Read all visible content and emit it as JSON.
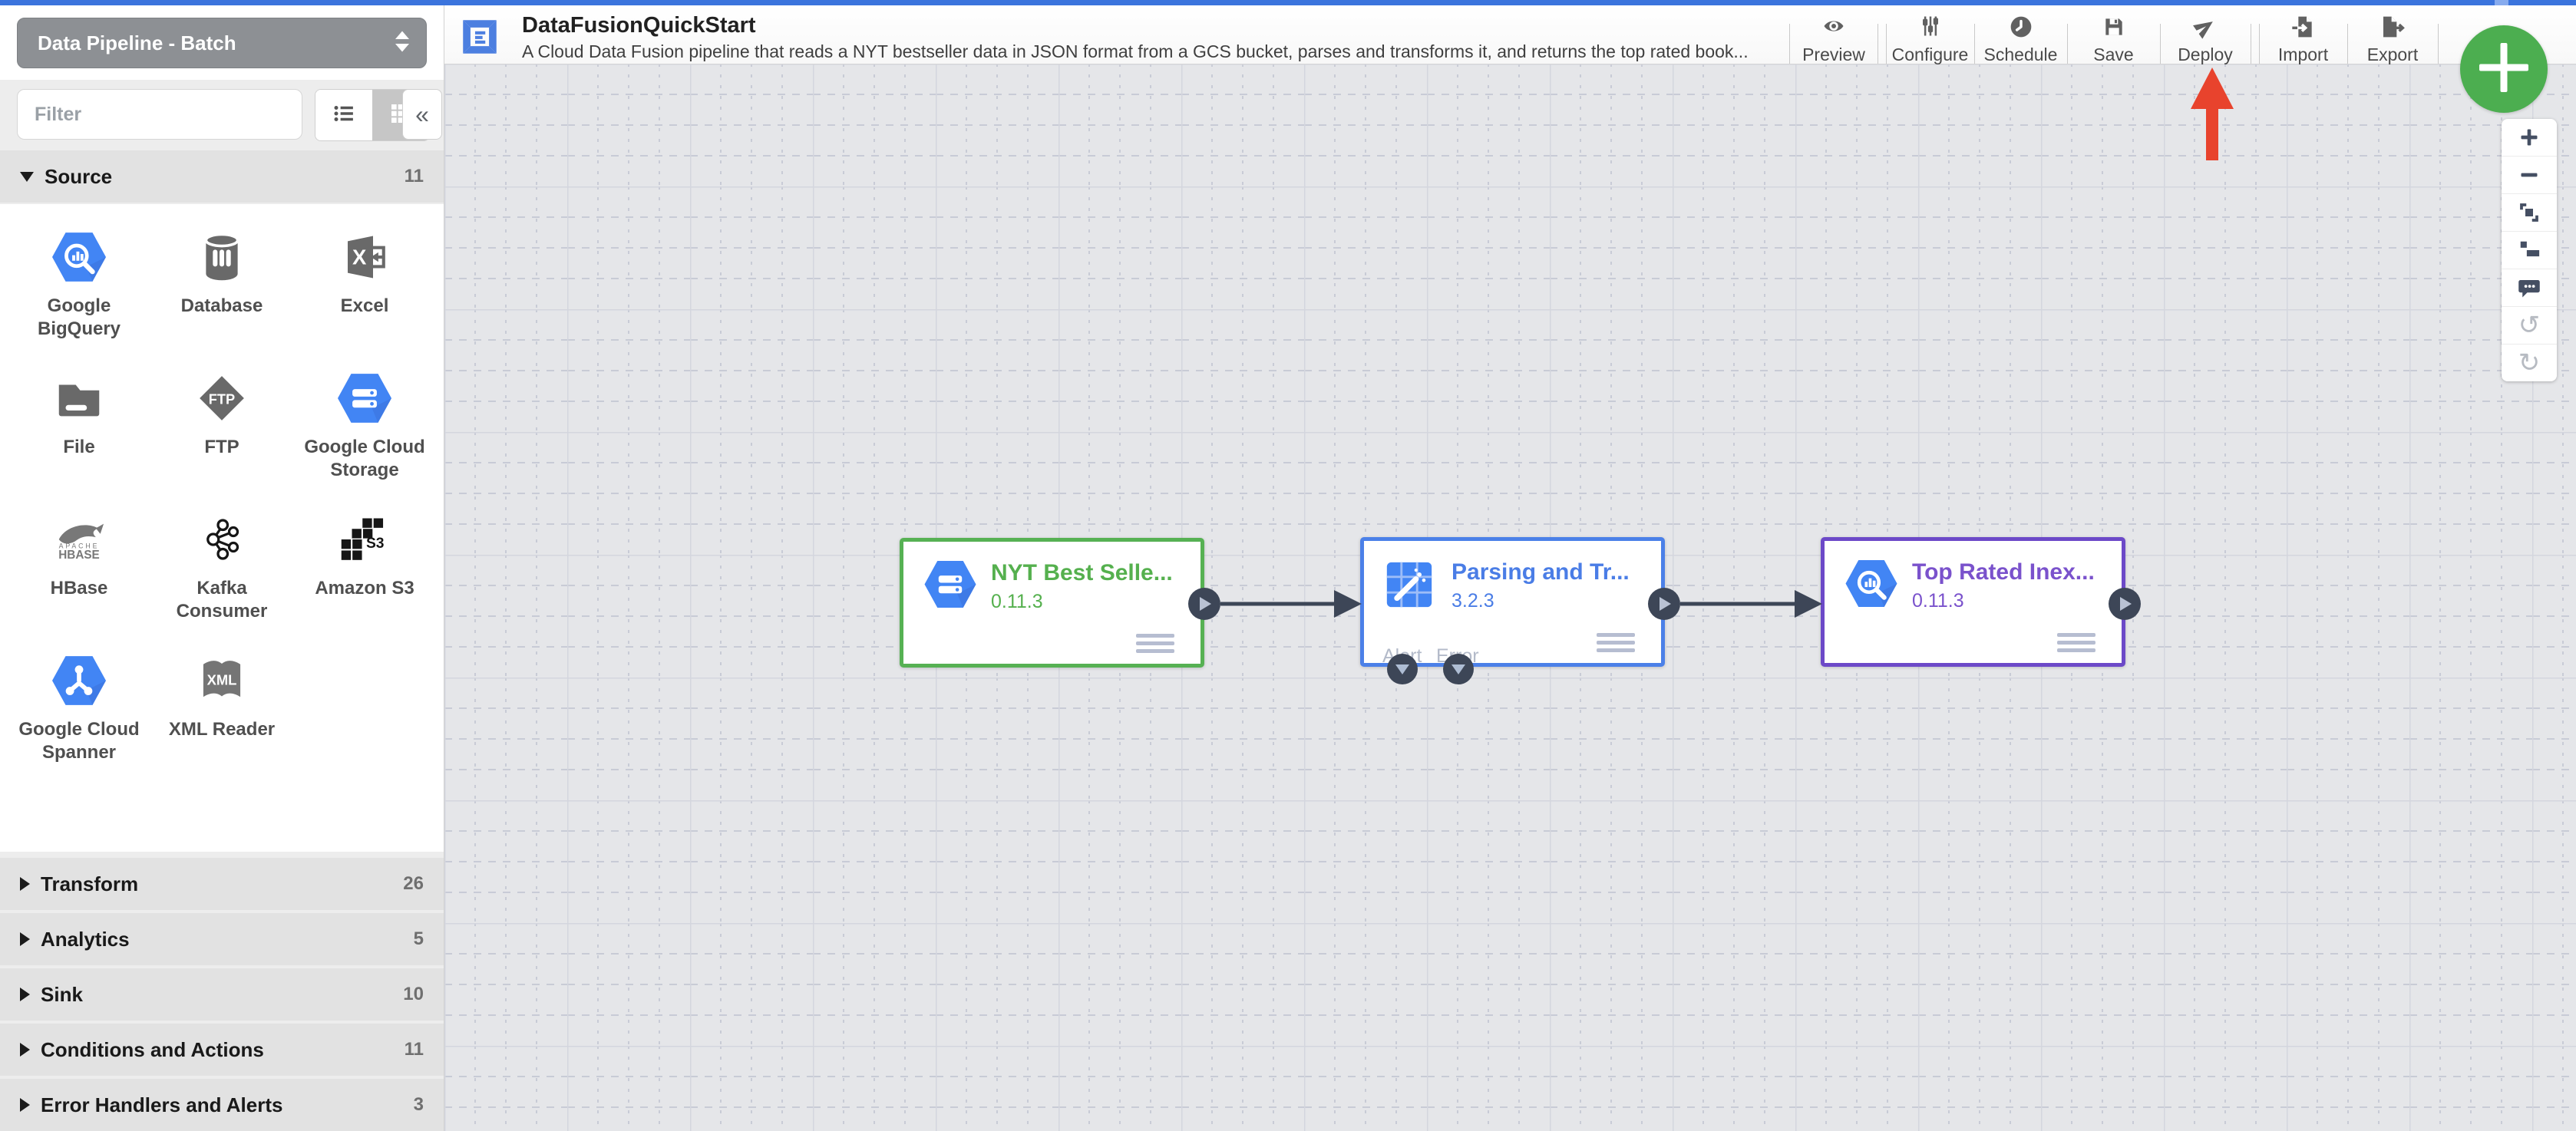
{
  "pipeline_type_selector": {
    "value": "Data Pipeline - Batch"
  },
  "header": {
    "title": "DataFusionQuickStart",
    "description": "A Cloud Data Fusion pipeline that reads a NYT bestseller data in JSON format from a GCS bucket, parses and transforms it, and returns the top rated book..."
  },
  "toolbar": {
    "items": [
      {
        "id": "preview",
        "label": "Preview"
      },
      {
        "id": "configure",
        "label": "Configure"
      },
      {
        "id": "schedule",
        "label": "Schedule"
      },
      {
        "id": "save",
        "label": "Save"
      },
      {
        "id": "deploy",
        "label": "Deploy"
      },
      {
        "id": "import",
        "label": "Import"
      },
      {
        "id": "export",
        "label": "Export"
      }
    ]
  },
  "annotation": {
    "shape": "red-arrow",
    "color": "#e8432d",
    "points_to": "Deploy"
  },
  "sidebar": {
    "filter_placeholder": "Filter",
    "collapse_glyph": "«",
    "sections": [
      {
        "label": "Source",
        "count": "11",
        "expanded": true
      },
      {
        "label": "Transform",
        "count": "26",
        "expanded": false
      },
      {
        "label": "Analytics",
        "count": "5",
        "expanded": false
      },
      {
        "label": "Sink",
        "count": "10",
        "expanded": false
      },
      {
        "label": "Conditions and Actions",
        "count": "11",
        "expanded": false
      },
      {
        "label": "Error Handlers and Alerts",
        "count": "3",
        "expanded": false
      }
    ],
    "plugins": [
      {
        "label": "Google BigQuery",
        "icon": "bigquery-icon"
      },
      {
        "label": "Database",
        "icon": "database-icon"
      },
      {
        "label": "Excel",
        "icon": "excel-icon"
      },
      {
        "label": "File",
        "icon": "file-icon"
      },
      {
        "label": "FTP",
        "icon": "ftp-icon"
      },
      {
        "label": "Google Cloud Storage",
        "icon": "gcs-icon"
      },
      {
        "label": "HBase",
        "icon": "hbase-icon"
      },
      {
        "label": "Kafka Consumer",
        "icon": "kafka-icon"
      },
      {
        "label": "Amazon S3",
        "icon": "s3-icon"
      },
      {
        "label": "Google Cloud Spanner",
        "icon": "spanner-icon"
      },
      {
        "label": "XML Reader",
        "icon": "xml-icon"
      }
    ]
  },
  "canvas": {
    "nodes": [
      {
        "title": "NYT Best Selle...",
        "version": "0.11.3",
        "accent": "#55b04e",
        "icon": "gcs-icon"
      },
      {
        "title": "Parsing and Tr...",
        "version": "3.2.3",
        "accent": "#4a7de6",
        "icon": "wrangler-icon",
        "extra_ports": {
          "alert": "Alert",
          "error": "Error"
        }
      },
      {
        "title": "Top Rated Inex...",
        "version": "0.11.3",
        "accent": "#7a52cc",
        "icon": "bigquery-icon"
      }
    ],
    "tools": [
      "zoom-in",
      "zoom-out",
      "fit-to-screen",
      "auto-align",
      "comment",
      "undo",
      "redo"
    ],
    "add_button_glyph": "+"
  }
}
